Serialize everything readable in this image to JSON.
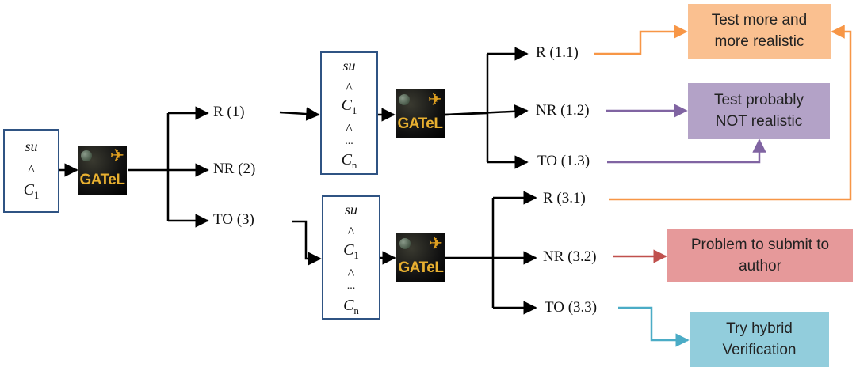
{
  "start_formula": {
    "su": "su",
    "wedge": "^",
    "c_letter": "C",
    "c_sub": "1"
  },
  "gatel": {
    "word": "GATeL"
  },
  "first_results": [
    "R (1)",
    "NR (2)",
    "TO (3)"
  ],
  "formula_upper": {
    "su": "su",
    "wedge1": "^",
    "c1_letter": "C",
    "c1_sub": "1",
    "wedge2": "^",
    "dots": "...",
    "cn_letter": "C",
    "cn_sub": "n"
  },
  "formula_lower": {
    "su": "su",
    "wedge1": "^",
    "c1_letter": "C",
    "c1_sub": "1",
    "wedge2": "^",
    "dots": "...",
    "cn_letter": "C",
    "cn_sub": "n"
  },
  "upper_results": [
    "R (1.1)",
    "NR (1.2)",
    "TO (1.3)"
  ],
  "lower_results": [
    "R (3.1)",
    "NR (3.2)",
    "TO (3.3)"
  ],
  "outcomes": {
    "realistic": {
      "line1": "Test more and",
      "line2": "more realistic",
      "color": "#fac090"
    },
    "not_realistic": {
      "line1": "Test probably",
      "line2": "NOT realistic",
      "color": "#b3a2c7"
    },
    "problem": {
      "line1": "Problem to submit to",
      "line2": "author",
      "color": "#e6999a"
    },
    "hybrid": {
      "line1": "Try hybrid",
      "line2": "Verification",
      "color": "#92cddc"
    }
  },
  "arrow_colors": {
    "black": "#000000",
    "orange": "#f79646",
    "purple": "#8064a2",
    "red": "#c0504d",
    "cyan": "#4bacc6"
  }
}
